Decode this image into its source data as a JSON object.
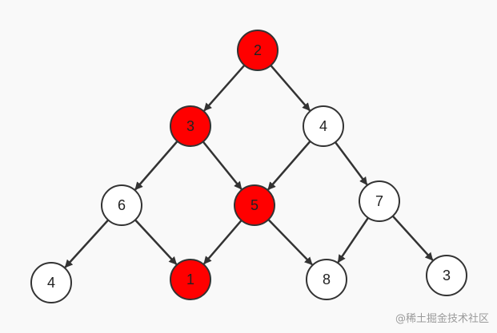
{
  "colors": {
    "background": "#f9f9f9",
    "highlight_fill": "#ff0000",
    "normal_fill": "#ffffff",
    "stroke": "#333333",
    "label": "#222222"
  },
  "nodes": [
    {
      "id": "n2",
      "label": "2",
      "highlighted": true
    },
    {
      "id": "n3",
      "label": "3",
      "highlighted": true
    },
    {
      "id": "n4",
      "label": "4",
      "highlighted": false
    },
    {
      "id": "n6",
      "label": "6",
      "highlighted": false
    },
    {
      "id": "n5",
      "label": "5",
      "highlighted": true
    },
    {
      "id": "n7",
      "label": "7",
      "highlighted": false
    },
    {
      "id": "n4b",
      "label": "4",
      "highlighted": false
    },
    {
      "id": "n1",
      "label": "1",
      "highlighted": true
    },
    {
      "id": "n8",
      "label": "8",
      "highlighted": false
    },
    {
      "id": "n3b",
      "label": "3",
      "highlighted": false
    }
  ],
  "edges": [
    {
      "from": "n2",
      "to": "n3"
    },
    {
      "from": "n2",
      "to": "n4"
    },
    {
      "from": "n3",
      "to": "n6"
    },
    {
      "from": "n3",
      "to": "n5"
    },
    {
      "from": "n4",
      "to": "n5"
    },
    {
      "from": "n4",
      "to": "n7"
    },
    {
      "from": "n6",
      "to": "n4b"
    },
    {
      "from": "n6",
      "to": "n1"
    },
    {
      "from": "n5",
      "to": "n1"
    },
    {
      "from": "n5",
      "to": "n8"
    },
    {
      "from": "n7",
      "to": "n8"
    },
    {
      "from": "n7",
      "to": "n3b"
    }
  ],
  "watermark": "@稀土掘金技术社区"
}
